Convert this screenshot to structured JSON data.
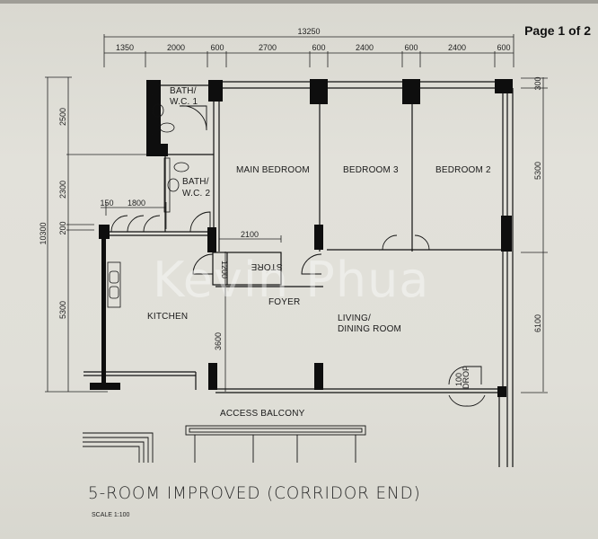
{
  "header": {
    "page_indicator": "Page 1 of 2"
  },
  "plan": {
    "title": "5-ROOM IMPROVED (CORRIDOR END)",
    "scale": "SCALE 1:100",
    "watermark": "Kevin Phua",
    "overall_width": "13250",
    "overall_height": "10300",
    "top_dimensions": [
      "1350",
      "2000",
      "600",
      "2700",
      "600",
      "2400",
      "600",
      "2400",
      "600"
    ],
    "left_dimensions": [
      "2500",
      "2300",
      "200",
      "5300"
    ],
    "right_dimensions": [
      "300",
      "5300",
      "6100"
    ],
    "inner_dimensions": {
      "store_width": "2100",
      "bay_150": "150",
      "bay_1800": "1800",
      "store_depth": "1200",
      "kitchen_wall": "3600"
    },
    "rooms": {
      "bath1": "BATH/",
      "bath1_b": "W.C.  1",
      "bath2": "BATH/",
      "bath2_b": "W.C.  2",
      "main_bedroom": "MAIN  BEDROOM",
      "bedroom3": "BEDROOM  3",
      "bedroom2": "BEDROOM  2",
      "kitchen": "KITCHEN",
      "store": "STORE",
      "foyer": "FOYER",
      "living_a": "LIVING/",
      "living_b": "DINING ROOM",
      "refuse_a": "100",
      "refuse_b": "DROP",
      "balcony": "ACCESS  BALCONY"
    }
  }
}
